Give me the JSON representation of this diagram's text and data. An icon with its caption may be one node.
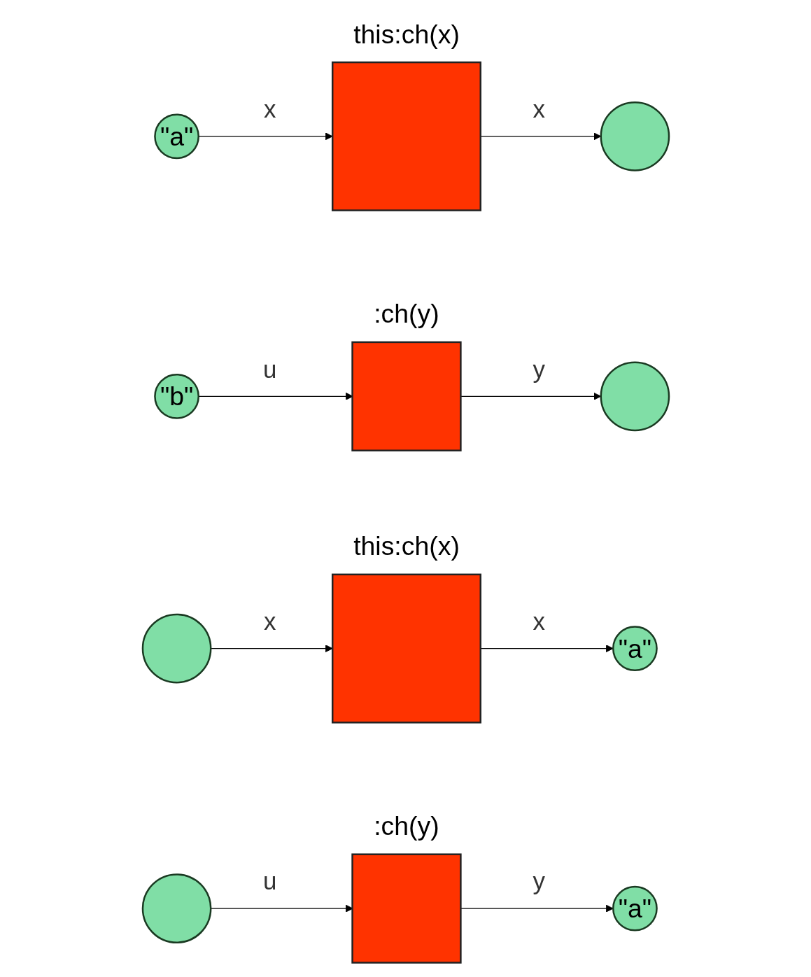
{
  "diagram": {
    "nodes": [
      {
        "text": [
          "\"a\""
        ]
      },
      {
        "text": [],
        "shape": "box",
        "beside": [
          "this:ch(x)"
        ]
      },
      {
        "text": [],
        "shape": "circle"
      },
      {
        "text": [
          "\"b\""
        ]
      },
      {
        "text": [],
        "shape": "box",
        "beside": [
          ":ch(y)"
        ]
      },
      {
        "text": [],
        "shape": "circle"
      },
      {
        "text": [],
        "shape": "circle"
      },
      {
        "text": [],
        "shape": "box",
        "beside": [
          "this:ch(x)"
        ]
      },
      {
        "text": [
          "\"a\""
        ]
      },
      {
        "text": [],
        "shape": "circle"
      },
      {
        "text": [],
        "shape": "box",
        "beside": [
          ":ch(y)"
        ]
      },
      {
        "text": [
          "\"a\""
        ]
      }
    ],
    "edges": [
      {
        "from": 0,
        "to": 1,
        "arrow": "to",
        "label": "x"
      },
      {
        "from": 1,
        "to": 2,
        "arrow": "to",
        "label": "x"
      },
      {
        "from": 3,
        "to": 4,
        "arrow": "to",
        "label": "u"
      },
      {
        "from": 4,
        "to": 5,
        "arrow": "to",
        "label": "y"
      },
      {
        "from": 6,
        "to": 7,
        "arrow": "to",
        "label": "x"
      },
      {
        "from": 7,
        "to": 8,
        "arrow": "to",
        "label": "x"
      },
      {
        "from": 9,
        "to": 10,
        "arrow": "to",
        "label": "u"
      },
      {
        "from": 10,
        "to": 11,
        "arrow": "to",
        "label": "y"
      }
    ]
  }
}
